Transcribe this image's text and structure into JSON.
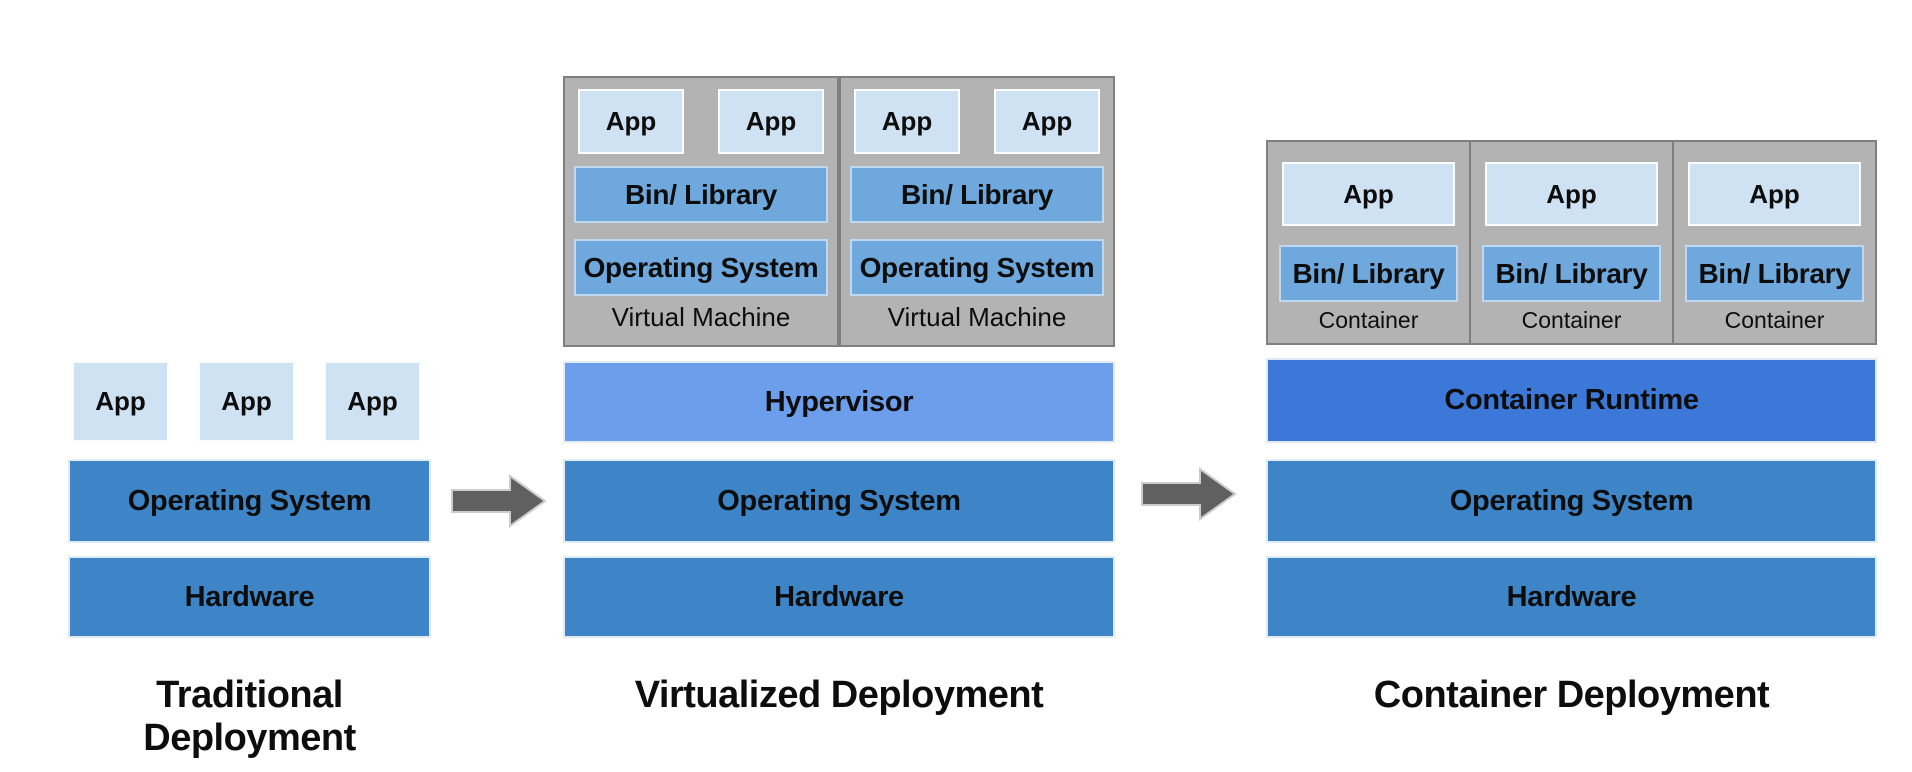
{
  "colors": {
    "app-fill": "#cfe2f3",
    "steel-blue": "#3d85c6",
    "soft-blue": "#6fa8dc",
    "hypervisor-blue": "#6d9eeb",
    "runtime-blue": "#3c78d8",
    "box-gray": "#b3b3b3",
    "box-gray-border": "#7f7f7f",
    "arrow-gray": "#606060",
    "arrow-outline": "#cccccc",
    "text-black": "#0d0d0d"
  },
  "traditional": {
    "title": "Traditional Deployment",
    "apps": [
      "App",
      "App",
      "App"
    ],
    "os": "Operating System",
    "hardware": "Hardware"
  },
  "virtualized": {
    "title": "Virtualized Deployment",
    "hypervisor": "Hypervisor",
    "os": "Operating System",
    "hardware": "Hardware",
    "vms": [
      {
        "apps": [
          "App",
          "App"
        ],
        "bin": "Bin/ Library",
        "os": "Operating System",
        "label": "Virtual Machine"
      },
      {
        "apps": [
          "App",
          "App"
        ],
        "bin": "Bin/ Library",
        "os": "Operating System",
        "label": "Virtual Machine"
      }
    ]
  },
  "containerized": {
    "title": "Container Deployment",
    "runtime": "Container Runtime",
    "os": "Operating System",
    "hardware": "Hardware",
    "containers": [
      {
        "app": "App",
        "bin": "Bin/ Library",
        "label": "Container"
      },
      {
        "app": "App",
        "bin": "Bin/ Library",
        "label": "Container"
      },
      {
        "app": "App",
        "bin": "Bin/ Library",
        "label": "Container"
      }
    ]
  }
}
